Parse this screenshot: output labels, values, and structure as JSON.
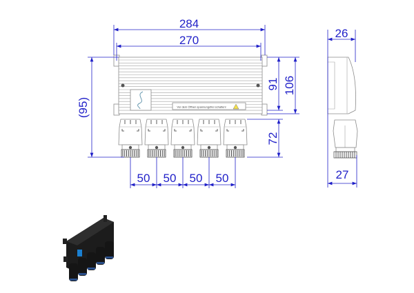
{
  "drawing": {
    "dimensions": {
      "overall_width": "284",
      "mount_spacing": "270",
      "overall_height": "(95)",
      "housing_height_inner": "91",
      "housing_height_outer": "106",
      "actuator_height": "72",
      "actuator_pitch": [
        "50",
        "50",
        "50",
        "50"
      ],
      "side_depth_housing": "26",
      "side_depth_actuator": "27"
    },
    "warning_label": "Vor dem Öffnen spannungsfrei schalten!",
    "actuator_count": 5,
    "colors": {
      "dimension": "#1f1fc8",
      "outline": "#8a8a8a",
      "product_render": "#1c1c1c",
      "accent": "#1a7fd0"
    }
  }
}
